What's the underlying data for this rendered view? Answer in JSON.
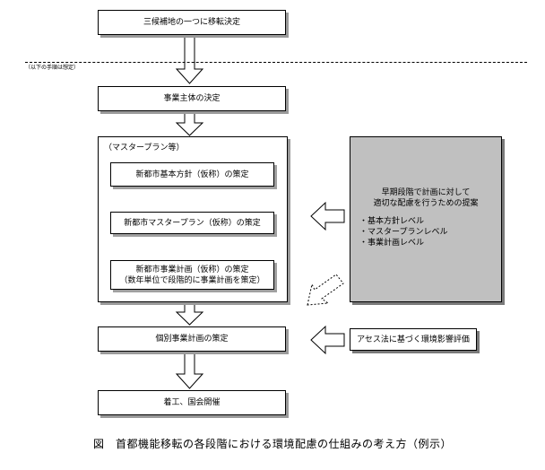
{
  "flow": {
    "step1": "三候補地の一つに移転決定",
    "note": "（以下の手順は想定）",
    "step2": "事業主体の決定",
    "container_label": "（マスタープラン等）",
    "sub1": "新都市基本方針（仮称）の策定",
    "sub2": "新都市マスタープラン（仮称）の策定",
    "sub3_line1": "新都市事業計画（仮称）の策定",
    "sub3_line2": "（数年単位で段階的に事業計画を策定）",
    "step3": "個別事業計画の策定",
    "step4": "着工、国会開催"
  },
  "side": {
    "heading_line1": "早期段階で計画に対して",
    "heading_line2": "適切な配慮を行うための提案",
    "items": [
      "・基本方針レベル",
      "・マスタープランレベル",
      "・事業計画レベル"
    ],
    "assessment": "アセス法に基づく環境影響評価"
  },
  "caption": "図　首都機能移転の各段階における環境配慮の仕組みの考え方（例示）"
}
